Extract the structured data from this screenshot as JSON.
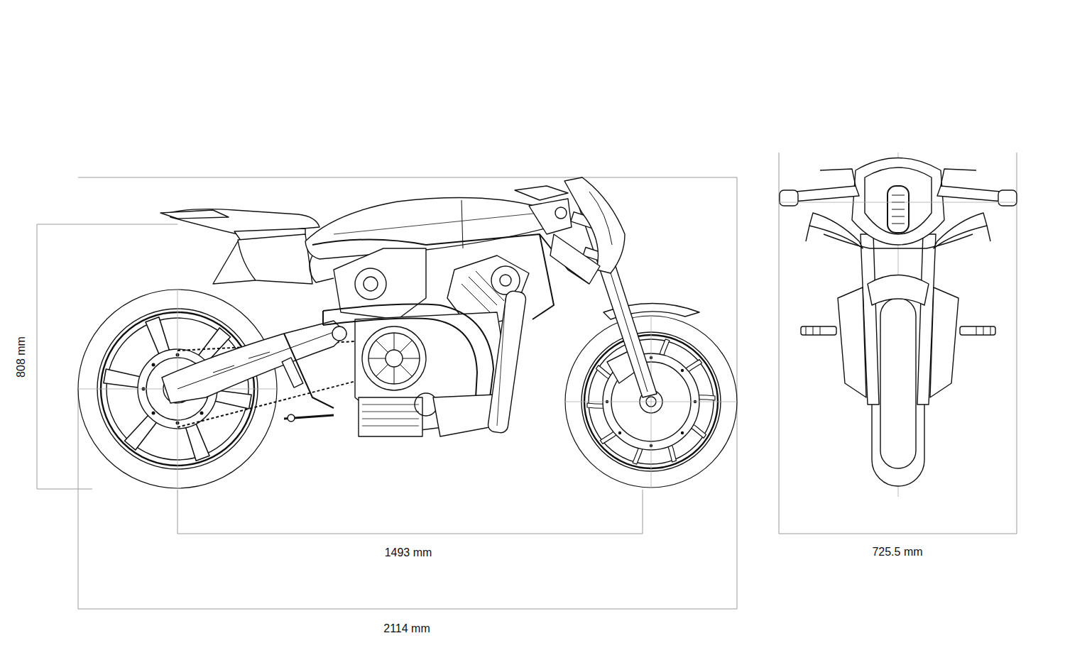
{
  "diagram": {
    "labels": [
      "808 mm",
      "1493 mm",
      "2114 mm",
      "725.5 mm"
    ]
  }
}
